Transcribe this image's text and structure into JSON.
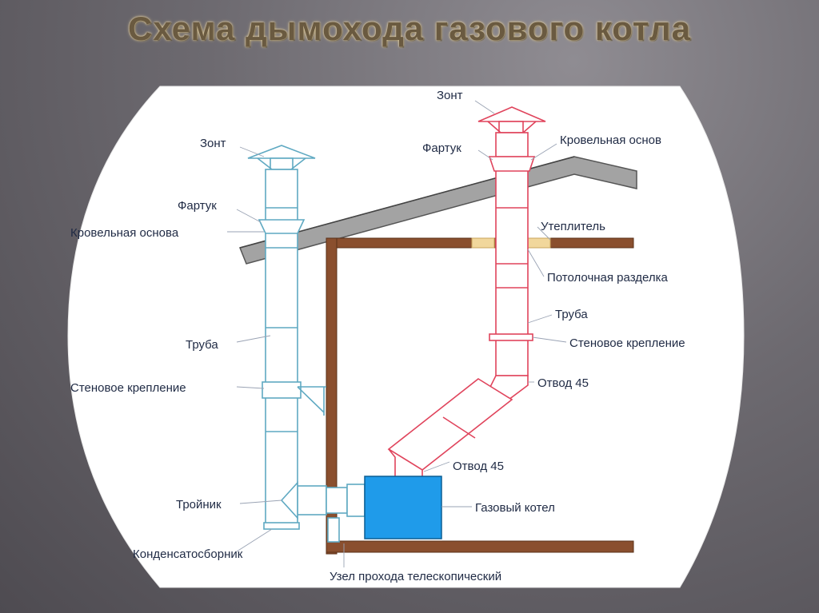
{
  "title": "Схема дымохода газового котла",
  "labels": {
    "left_zont": "Зонт",
    "left_fartuk": "Фартук",
    "left_krovelnaya": "Кровельная основа",
    "left_truba": "Труба",
    "left_stenovoe": "Стеновое крепление",
    "left_troynik": "Тройник",
    "left_kondensat": "Конденсатосборник",
    "uzel": "Узел прохода телескопический",
    "right_zont": "Зонт",
    "right_fartuk": "Фартук",
    "right_krovelnaya": "Кровельная основ",
    "uteplitel": "Утеплитель",
    "potolochnaya": "Потолочная разделка",
    "right_truba": "Труба",
    "right_stenovoe": "Стеновое крепление",
    "otvod_upper": "Отвод 45",
    "otvod_lower": "Отвод 45",
    "kotel": "Газовый котел"
  },
  "colors": {
    "left_pipe": "#5fa9c2",
    "right_pipe": "#e0445c",
    "wall": "#8a4f2e",
    "roof": "#9a9a9a",
    "boiler": "#1f9bea",
    "insulation": "#f1d79c"
  }
}
